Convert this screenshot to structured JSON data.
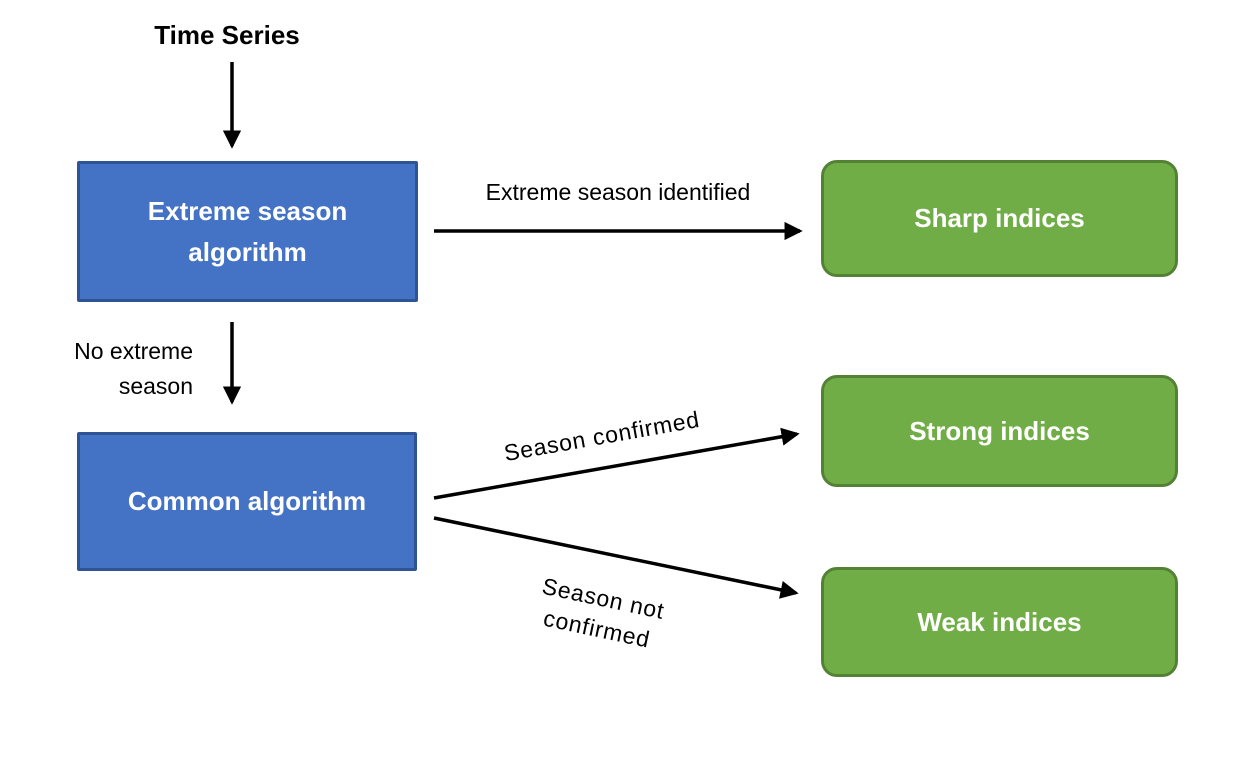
{
  "nodes": {
    "time_series": {
      "label": "Time Series"
    },
    "extreme_season_algorithm": {
      "label": "Extreme season algorithm",
      "type": "process"
    },
    "common_algorithm": {
      "label": "Common algorithm",
      "type": "process"
    },
    "sharp_indices": {
      "label": "Sharp indices",
      "type": "result"
    },
    "strong_indices": {
      "label": "Strong indices",
      "type": "result"
    },
    "weak_indices": {
      "label": "Weak indices",
      "type": "result"
    }
  },
  "edge_labels": {
    "extreme_season_identified": "Extreme season identified",
    "no_extreme_season": "No extreme season",
    "season_confirmed": "Season confirmed",
    "season_not_confirmed": "Season not confirmed"
  },
  "colors": {
    "process_fill": "#4472C4",
    "process_border": "#2F5496",
    "result_fill": "#70AD47",
    "result_border": "#548235",
    "arrow": "#000000",
    "node_text": "#FFFFFF",
    "label_text": "#000000",
    "background": "#FFFFFF"
  }
}
